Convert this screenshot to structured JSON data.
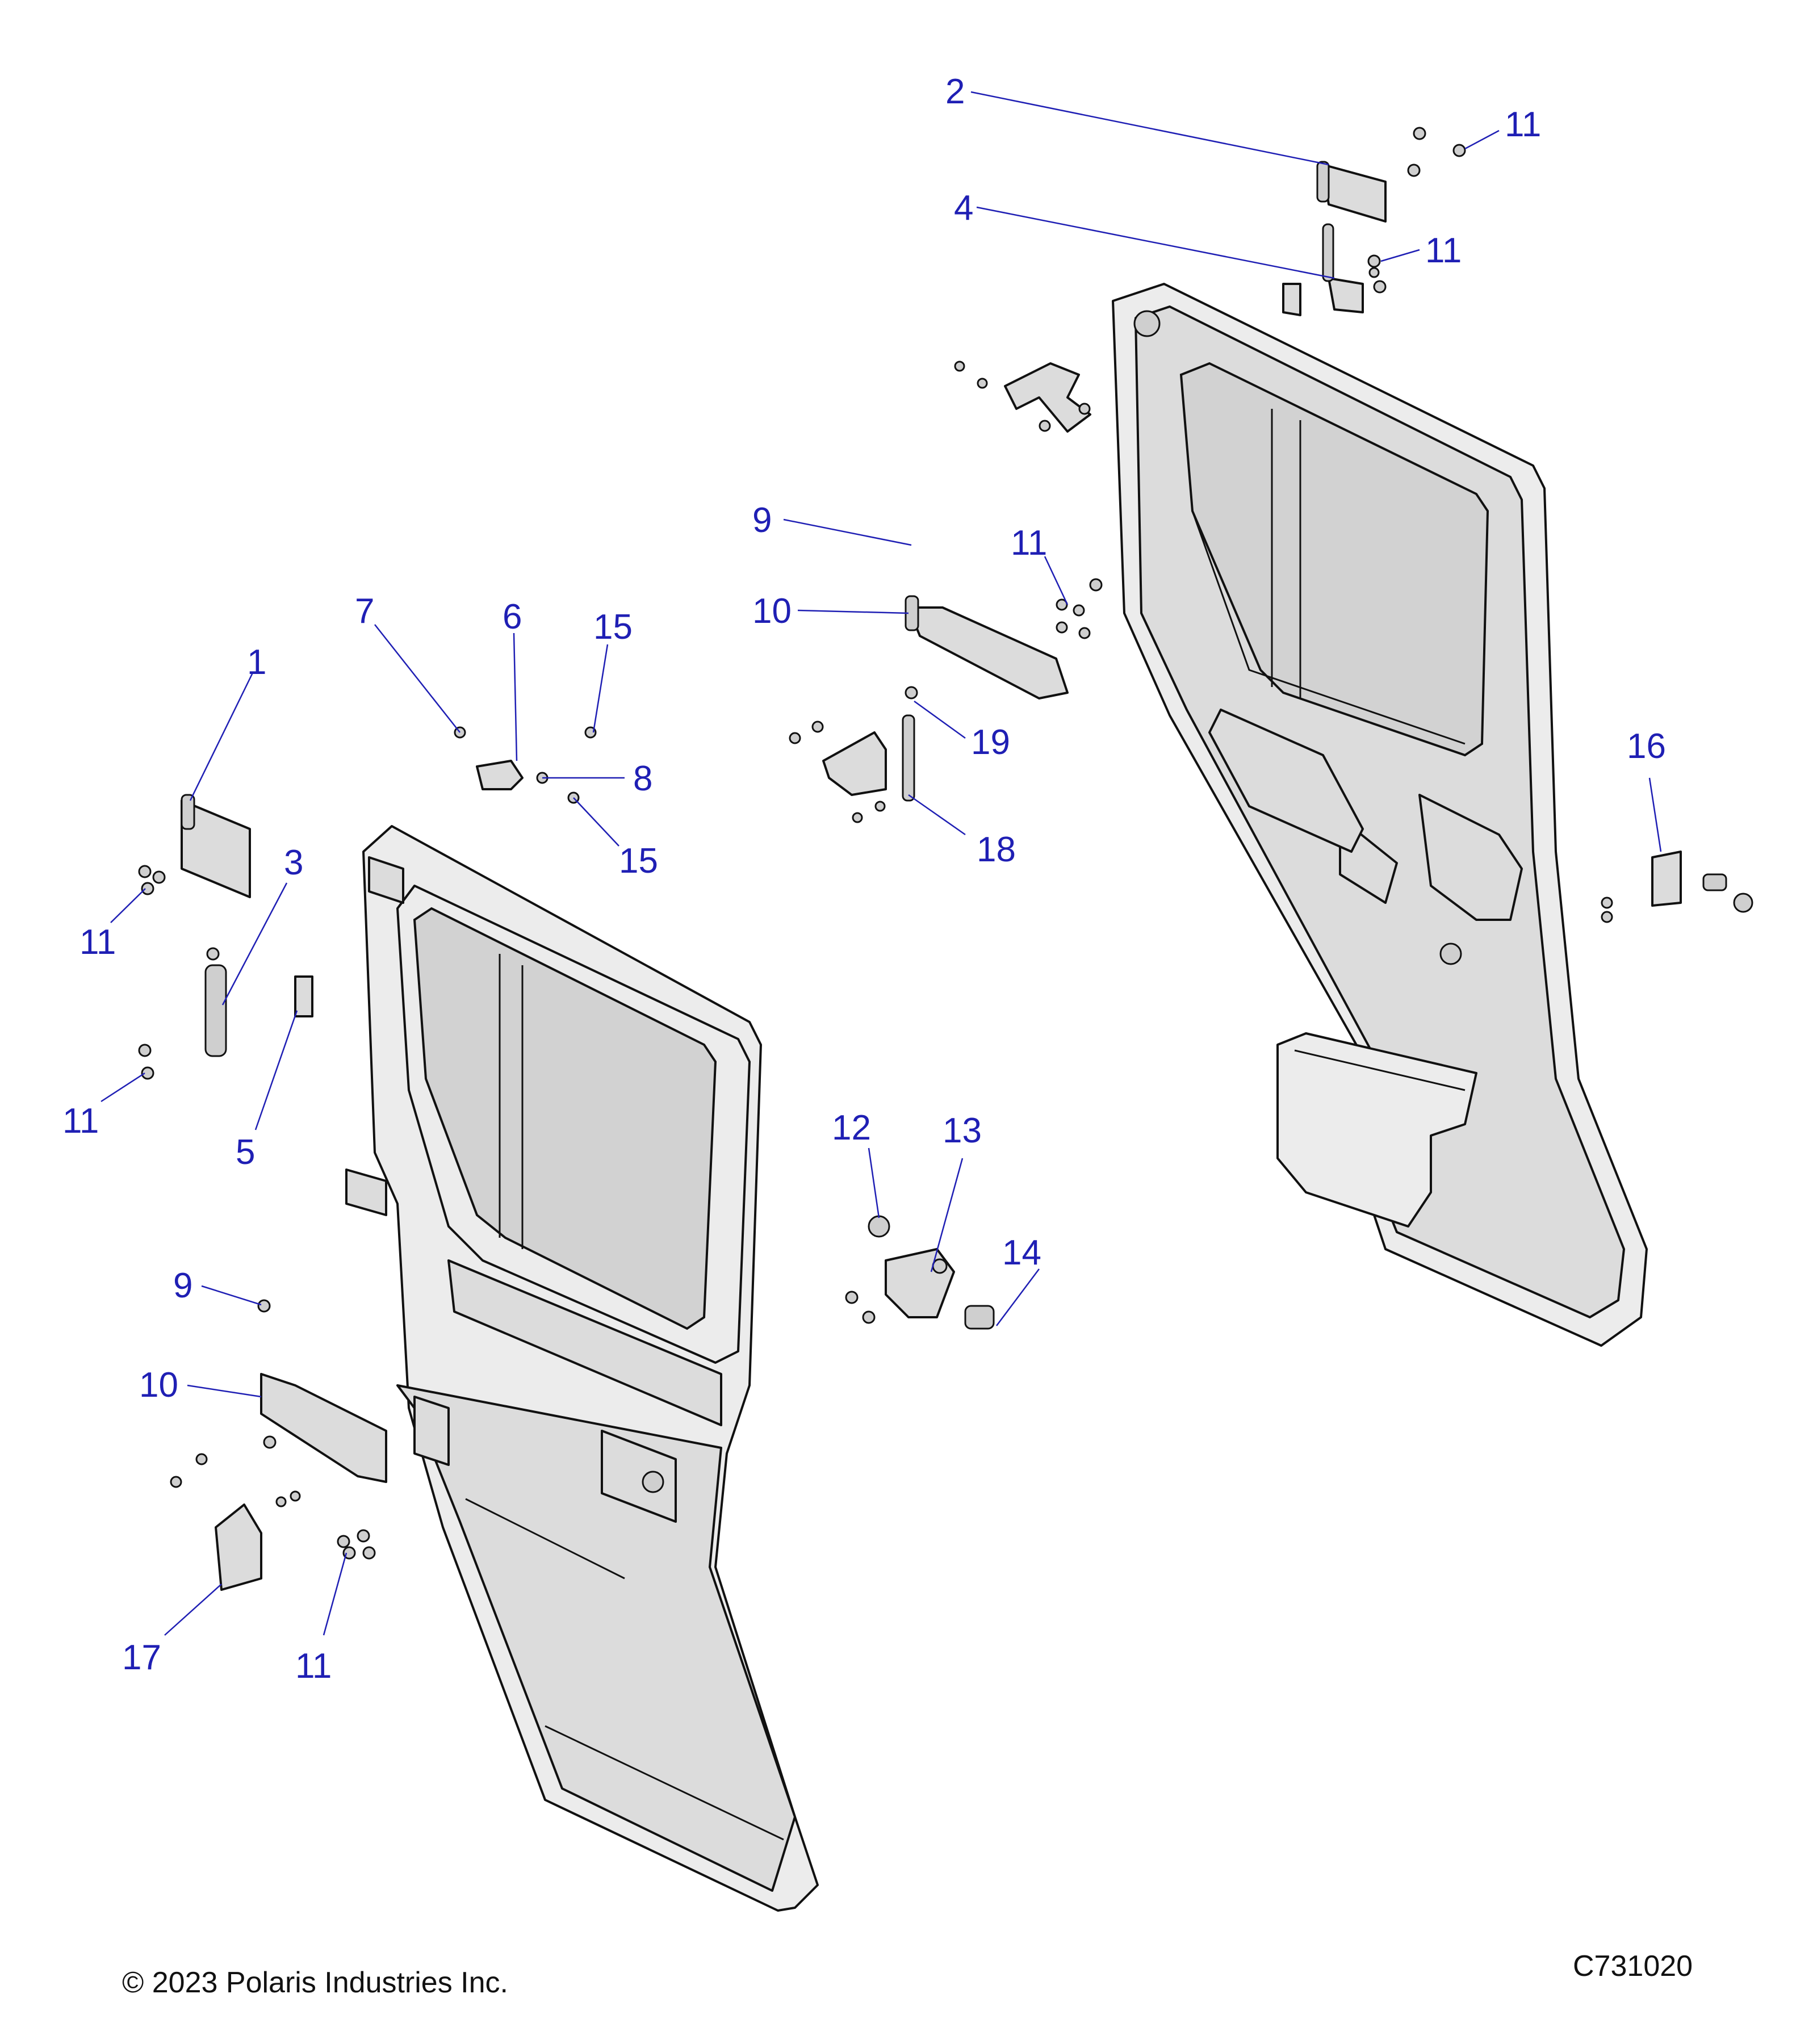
{
  "callouts": [
    {
      "id": "c2",
      "text": "2"
    },
    {
      "id": "c11a",
      "text": "11"
    },
    {
      "id": "c4",
      "text": "4"
    },
    {
      "id": "c11b",
      "text": "11"
    },
    {
      "id": "c9a",
      "text": "9"
    },
    {
      "id": "c11c",
      "text": "11"
    },
    {
      "id": "c10a",
      "text": "10"
    },
    {
      "id": "c19",
      "text": "19"
    },
    {
      "id": "c18",
      "text": "18"
    },
    {
      "id": "c16",
      "text": "16"
    },
    {
      "id": "c7",
      "text": "7"
    },
    {
      "id": "c6",
      "text": "6"
    },
    {
      "id": "c15a",
      "text": "15"
    },
    {
      "id": "c8",
      "text": "8"
    },
    {
      "id": "c15b",
      "text": "15"
    },
    {
      "id": "c1",
      "text": "1"
    },
    {
      "id": "c3",
      "text": "3"
    },
    {
      "id": "c11d",
      "text": "11"
    },
    {
      "id": "c11e",
      "text": "11"
    },
    {
      "id": "c5",
      "text": "5"
    },
    {
      "id": "c12",
      "text": "12"
    },
    {
      "id": "c13",
      "text": "13"
    },
    {
      "id": "c14",
      "text": "14"
    },
    {
      "id": "c9b",
      "text": "9"
    },
    {
      "id": "c10b",
      "text": "10"
    },
    {
      "id": "c17",
      "text": "17"
    },
    {
      "id": "c11f",
      "text": "11"
    }
  ],
  "footer": {
    "copyright": "© 2023 Polaris Industries Inc.",
    "drawing_id": "C731020"
  }
}
